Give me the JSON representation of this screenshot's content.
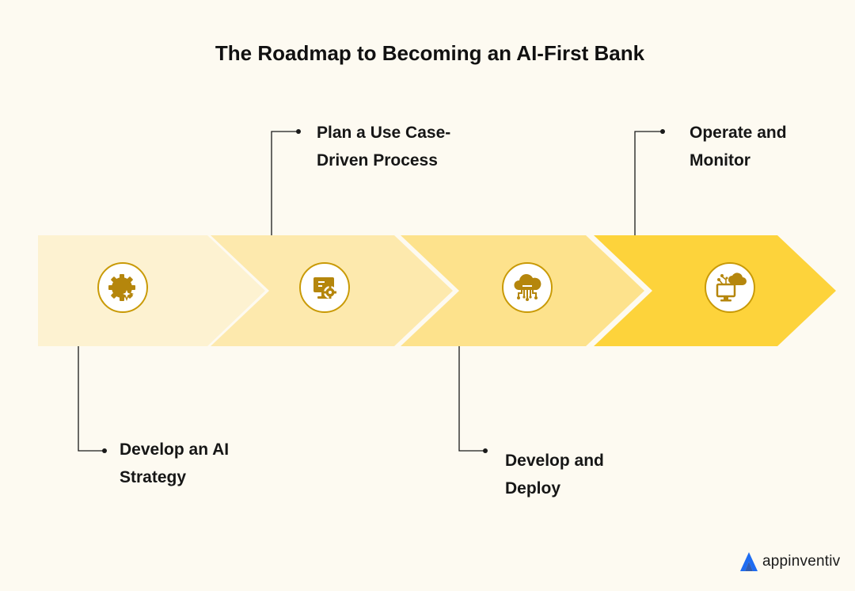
{
  "title": "The Roadmap to Becoming an AI-First Bank",
  "colors": {
    "background": "#fdfaf1",
    "step1": "#fdf2d1",
    "step2": "#fde9ad",
    "step3": "#fde28c",
    "step4": "#fdd33b",
    "icon": "#b5860c",
    "brand_blue": "#1f6cf1"
  },
  "steps": [
    {
      "icon": "gear-sparkle-icon",
      "label_line1": "Develop an AI",
      "label_line2": "Strategy"
    },
    {
      "icon": "monitor-gear-icon",
      "label_line1": "Plan a Use Case-",
      "label_line2": "Driven Process"
    },
    {
      "icon": "cloud-network-icon",
      "label_line1": "Develop and",
      "label_line2": "Deploy"
    },
    {
      "icon": "monitor-cloud-icon",
      "label_line1": "Operate and",
      "label_line2": "Monitor"
    }
  ],
  "brand": {
    "name": "appinventiv",
    "icon": "appinventiv-logo-icon"
  }
}
